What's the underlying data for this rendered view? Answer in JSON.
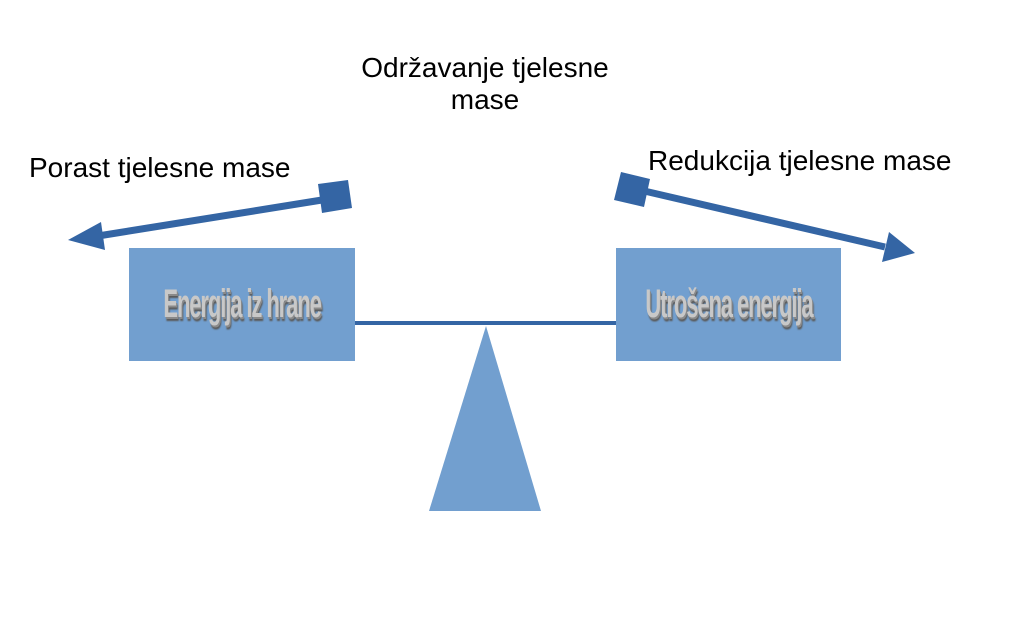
{
  "title": "Održavanje tjelesne mase",
  "left_label": "Porast tjelesne mase",
  "right_label": "Redukcija tjelesne mase",
  "left_box": "Energija iz hrane",
  "right_box": "Utrošena energija",
  "colors": {
    "box_fill": "#729fcf",
    "arrow": "#3465a4",
    "beam": "#3465a4",
    "fulcrum": "#729fcf",
    "box_text": "#c8c8c8"
  }
}
